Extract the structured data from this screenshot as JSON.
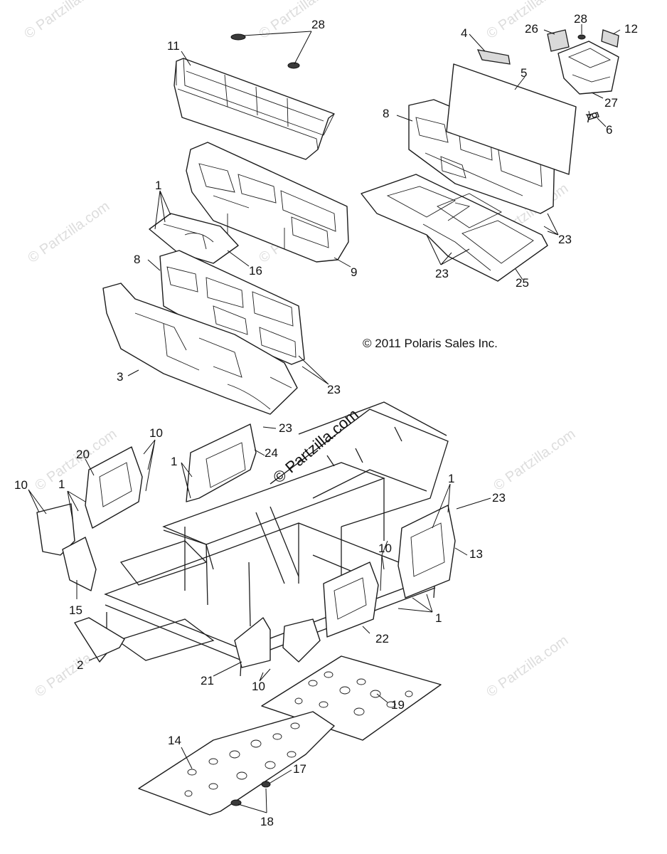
{
  "copyright": "© 2011 Polaris Sales Inc.",
  "brand_watermark": "© Partzilla.com",
  "faint_watermark": "© Partzilla.com",
  "callouts": [
    "28",
    "11",
    "4",
    "26",
    "28",
    "12",
    "5",
    "27",
    "8",
    "6",
    "7",
    "1",
    "16",
    "9",
    "23",
    "23",
    "25",
    "8",
    "3",
    "23",
    "23",
    "10",
    "20",
    "1",
    "24",
    "10",
    "1",
    "1",
    "23",
    "13",
    "10",
    "15",
    "22",
    "1",
    "2",
    "21",
    "10",
    "19",
    "14",
    "17",
    "18"
  ]
}
